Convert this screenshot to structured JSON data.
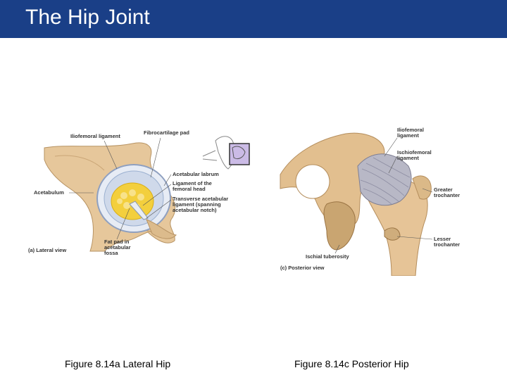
{
  "slide": {
    "title": "The Hip Joint",
    "title_bar_color": "#1a3f87"
  },
  "figure_a": {
    "labels": {
      "iliofemoral_ligament": "Iliofemoral ligament",
      "fibrocartilage_pad": "Fibrocartilage pad",
      "acetabulum": "Acetabulum",
      "acetabular_labrum": "Acetabular labrum",
      "ligament_femoral_head": "Ligament of the\nfemoral head",
      "transverse_acetabular": "Transverse acetabular\nligament (spanning\nacetabular notch)",
      "fat_pad": "Fat pad in\nacetabular\nfossa",
      "view": "(a)  Lateral view"
    },
    "caption": "Figure 8.14a  Lateral Hip"
  },
  "figure_c": {
    "labels": {
      "iliofemoral_ligament": "Iliofemoral\nligament",
      "ischiofemoral_ligament": "Ischiofemoral\nligament",
      "greater_trochanter": "Greater\ntrochanter",
      "lesser_trochanter": "Lesser\ntrochanter",
      "ischial_tuberosity": "Ischial tuberosity",
      "view": "(c)  Posterior view"
    },
    "caption": "Figure 8.14c  Posterior Hip"
  }
}
